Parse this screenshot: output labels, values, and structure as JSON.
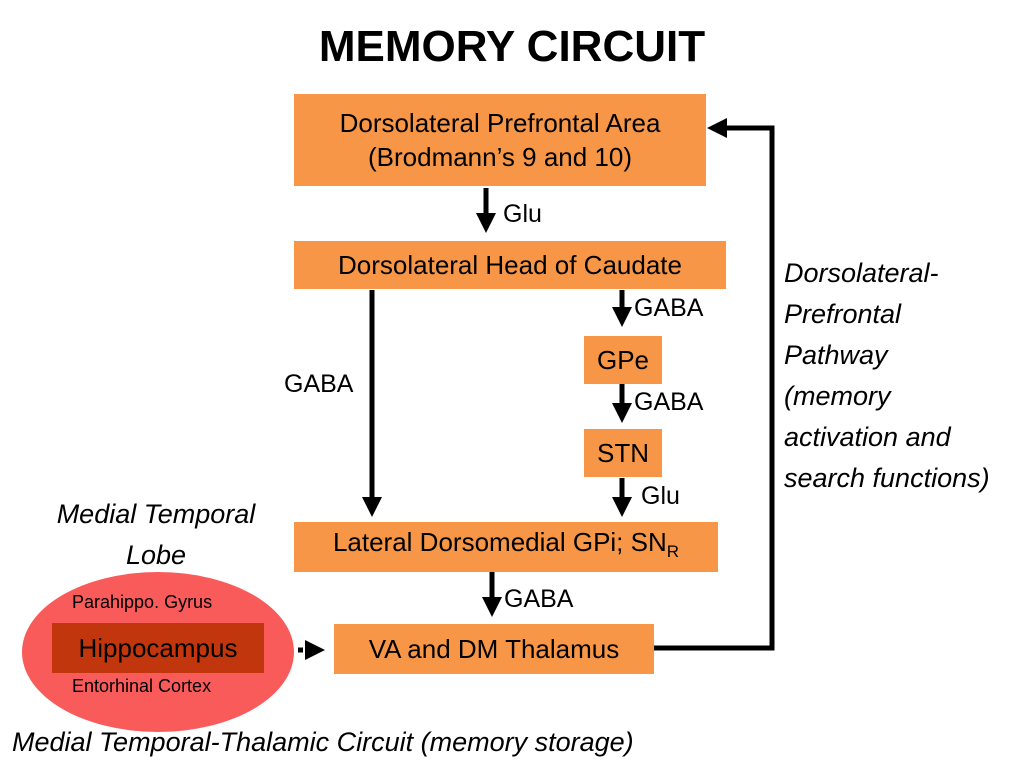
{
  "title": "MEMORY CIRCUIT",
  "boxes": {
    "dlpfc_line1": "Dorsolateral Prefrontal Area",
    "dlpfc_line2": "(Brodmann’s 9 and 10)",
    "caudate": "Dorsolateral Head of Caudate",
    "gpe": "GPe",
    "stn": "STN",
    "gpi_main": "Lateral Dorsomedial GPi; SN",
    "gpi_sub": "R",
    "thalamus": "VA and DM Thalamus"
  },
  "edge_labels": {
    "glu_top": "Glu",
    "gaba_left": "GABA",
    "gaba_gpe": "GABA",
    "gaba_stn": "GABA",
    "glu_stn": "Glu",
    "gaba_thal": "GABA"
  },
  "side_text": {
    "pathway_lines": [
      "Dorsolateral-",
      "Prefrontal",
      "Pathway",
      "(memory",
      "activation and",
      "search functions)"
    ],
    "mtl_line1": "Medial Temporal",
    "mtl_line2": "Lobe"
  },
  "mtl": {
    "parahippo": "Parahippo. Gyrus",
    "hippocampus": "Hippocampus",
    "entorhinal": "Entorhinal Cortex"
  },
  "footer": "Medial Temporal-Thalamic Circuit (memory storage)",
  "colors": {
    "box": "#F79646",
    "ellipse": "#F95B5B",
    "hippocampus_box": "#C2360D",
    "arrow": "#000000"
  }
}
